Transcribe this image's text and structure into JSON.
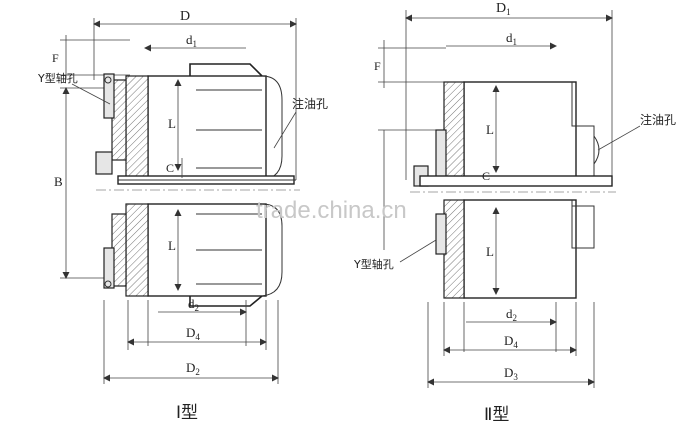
{
  "labels": {
    "D": "D",
    "D1": "D",
    "D1_sub": "1",
    "d1": "d",
    "d1_sub": "1",
    "d1b": "d",
    "d1b_sub": "1",
    "F": "F",
    "Fb": "F",
    "B": "B",
    "L_top_left": "L",
    "L_bot_left": "L",
    "L_top_right": "L",
    "L_bot_right": "L",
    "C_left": "C",
    "C_right": "C",
    "d2": "d",
    "d2_sub": "2",
    "d2b": "d",
    "d2b_sub": "2",
    "D4": "D",
    "D4_sub": "4",
    "D4b": "D",
    "D4b_sub": "4",
    "D2": "D",
    "D2_sub": "2",
    "D3": "D",
    "D3_sub": "3",
    "y_hole_left": "Y型轴孔",
    "y_hole_right": "Y型轴孔",
    "oil_hole_left": "注油孔",
    "oil_hole_right": "注油孔",
    "caption_left": "Ⅰ型",
    "caption_right": "Ⅱ型",
    "watermark": "trade.china.cn"
  }
}
